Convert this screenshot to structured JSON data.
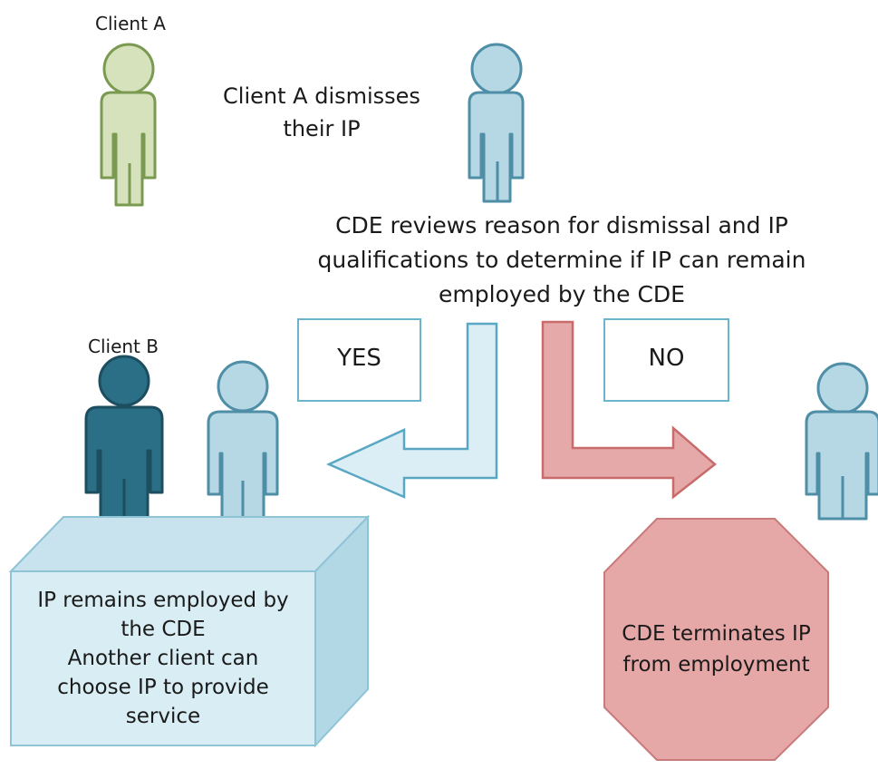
{
  "diagram": {
    "client_a_label": "Client A",
    "dismiss_text": [
      "Client A dismisses",
      "their IP"
    ],
    "review_text": [
      "CDE reviews reason for dismissal and IP",
      "qualifications to determine if IP can remain",
      "employed by the CDE"
    ],
    "yes_label": "YES",
    "no_label": "NO",
    "client_b_label": "Client B",
    "outcome_yes": [
      "IP remains employed by",
      "the CDE",
      "Another client can",
      "choose IP to provide",
      "service"
    ],
    "outcome_no": [
      "CDE terminates IP",
      "from employment"
    ],
    "colors": {
      "client_a_fill": "#d6e2bb",
      "client_a_stroke": "#7a9a52",
      "ip_fill": "#b6d7e4",
      "ip_stroke": "#4e8ea6",
      "client_b_fill": "#2b6f86",
      "client_b_stroke": "#1c4e60",
      "yes_arrow_fill": "#dbeef5",
      "yes_arrow_stroke": "#59a7c3",
      "no_arrow_fill": "#e6a9a9",
      "no_arrow_stroke": "#c96b6b",
      "box_border": "#6cb3cc",
      "cube_front": "#d8edf4",
      "cube_side": "#b2d8e6",
      "cube_stroke": "#8fc3d6",
      "octagon_fill": "#e6a7a7",
      "octagon_stroke": "#c97a7a"
    }
  }
}
